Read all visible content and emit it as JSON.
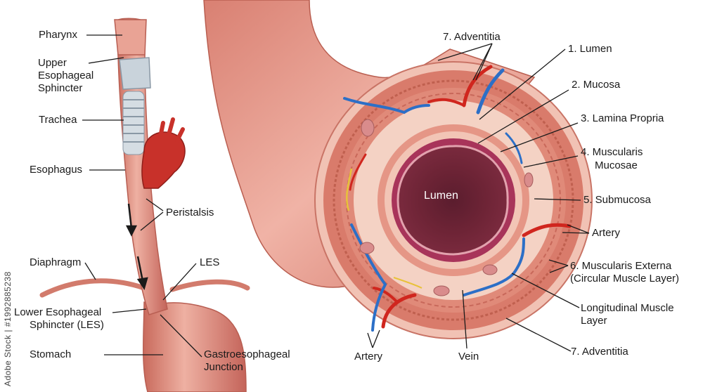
{
  "left_labels": {
    "pharynx": "Pharynx",
    "upper_es_1": "Upper",
    "upper_es_2": "Esophageal",
    "upper_es_3": "Sphincter",
    "trachea": "Trachea",
    "esophagus": "Esophagus",
    "peristalsis": "Peristalsis",
    "diaphragm": "Diaphragm",
    "les": "LES",
    "lower_es_1": "Lower Esophageal",
    "lower_es_2": "Sphincter (LES)",
    "stomach": "Stomach",
    "gej_1": "Gastroesophageal",
    "gej_2": "Junction"
  },
  "right_labels": {
    "adventitia_top": "7. Adventitia",
    "lumen_num": "1. Lumen",
    "mucosa": "2. Mucosa",
    "lamina": "3. Lamina Propria",
    "muscularis_1": "4. Muscularis",
    "muscularis_2": "Mucosae",
    "submucosa": "5. Submucosa",
    "artery_right": "Artery",
    "mext_1": "6. Muscularis Externa",
    "mext_2": "(Circular Muscle Layer)",
    "long_1": "Longitudinal Muscle",
    "long_2": "Layer",
    "adventitia_bottom": "7. Adventitia",
    "vein": "Vein",
    "artery_bottom": "Artery",
    "lumen_center": "Lumen"
  },
  "watermark": "Adobe Stock | #1992885238",
  "colors": {
    "tissue": "#e59a8c",
    "tissue_dark": "#c9705f",
    "muscle": "#d7786a",
    "submucosa": "#f3cfc0",
    "mucosa": "#a8345a",
    "lumen": "#5b1d2e",
    "artery": "#d0261e",
    "vein": "#2c6fc7",
    "cartilage": "#c9d3db",
    "aorta": "#c8312a"
  }
}
